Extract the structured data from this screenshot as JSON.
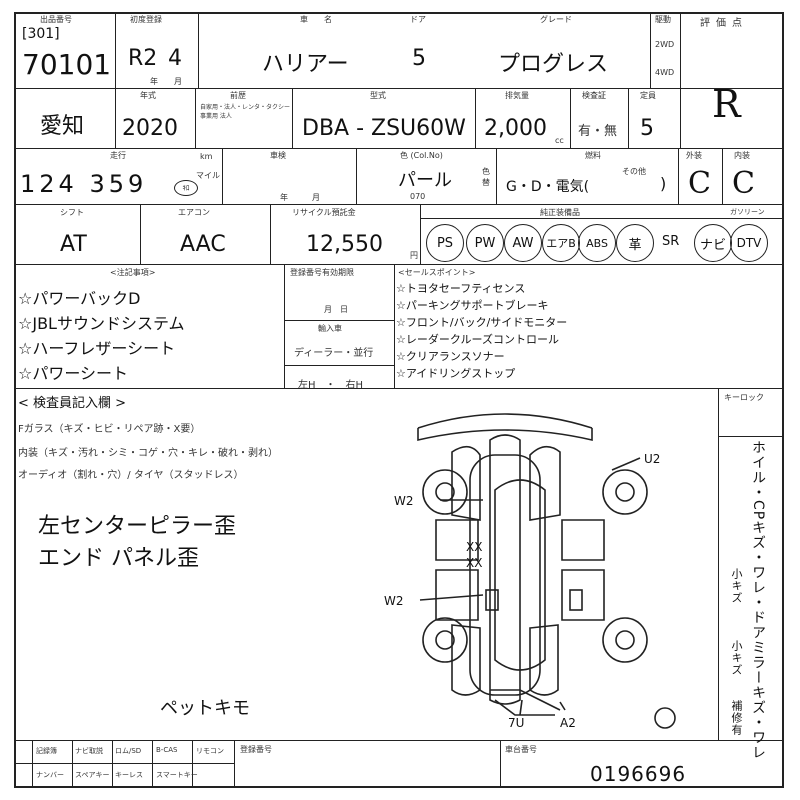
{
  "header": {
    "lot_label": "出品番号",
    "lot_code": "[301]",
    "lot_number": "70101",
    "first_reg_label": "初度登録",
    "first_reg_era": "R2",
    "first_reg_month": "4",
    "first_reg_sub": "年　　月",
    "model_label": "車　　名",
    "model": "ハリアー",
    "doors_label": "ドア",
    "doors": "5",
    "grade_label": "グレード",
    "grade": "プログレス",
    "drive_label": "駆動",
    "drive_2wd": "2WD",
    "drive_4wd": "4WD",
    "score_label": "評価点",
    "score": "R"
  },
  "row2": {
    "region": "愛知",
    "year_label": "年式",
    "year": "2020",
    "prev_use_label": "前歴",
    "prev_use_sub": "自家用・法人・レンタ・タクシー 事業用 法人",
    "type_label": "型式",
    "model_code": "DBA - ZSU60W",
    "displacement_label": "排気量",
    "displacement": "2,000",
    "displacement_unit": "cc",
    "inspection_label": "検査証",
    "inspection": "有・無",
    "capacity_label": "定員",
    "capacity": "5"
  },
  "row3": {
    "mileage_label": "走行",
    "mileage": "124 359",
    "mileage_unit": "km",
    "mileage_circle": "ｷﾛ",
    "mileage_sub": "マイル",
    "shaken_label": "車検",
    "shaken_sub": "年　　　月",
    "color_label": "色 (Col.No)",
    "color": "パール",
    "color_code": "070",
    "color_change": "色替",
    "fuel_label": "燃料",
    "fuel": "G・D・電気(",
    "fuel_other": "その他",
    "fuel_close": ")",
    "exterior_label": "外装",
    "exterior": "C",
    "interior_label": "内装",
    "interior": "C"
  },
  "row4": {
    "shift_label": "シフト",
    "shift": "AT",
    "ac_label": "エアコン",
    "ac": "AAC",
    "recycle_label": "リサイクル預託金",
    "recycle": "12,550",
    "recycle_unit": "円",
    "equipment_label": "純正装備品",
    "equipment": [
      "PS",
      "PW",
      "AW",
      "エアB",
      "ABS",
      "革",
      "SR",
      "ナビ",
      "DTV"
    ],
    "gasoline_label": "ガソリーン"
  },
  "notes": {
    "notes_label": "<注記事項>",
    "features": [
      "☆パワーバックD",
      "☆JBLサウンドシステム",
      "☆ハーフレザーシート",
      "☆パワーシート"
    ],
    "owner_label": "登録番号有効期限",
    "owner_sub": "月　日",
    "import_label": "輸入車",
    "import_value": "ディーラー・並行",
    "steering": "左H　・　右H",
    "sales_label": "<セールスポイント>",
    "sales_points": [
      "☆トヨタセーフティセンス",
      "☆パーキングサポートブレーキ",
      "☆フロント/バック/サイドモニター",
      "☆レーダークルーズコントロール",
      "☆クリアランスソナー",
      "☆アイドリングストップ"
    ]
  },
  "inspector": {
    "title": "< 検査員記入欄 >",
    "line1": "Fガラス（キズ・ヒビ・リペア跡・X要）",
    "line2": "内装（キズ・汚れ・シミ・コゲ・穴・キレ・破れ・剥れ）",
    "line3": "オーディオ（割れ・穴）/ タイヤ（スタッドレス）",
    "handwritten": [
      "左センターピラー歪",
      "エンド パネル歪"
    ],
    "pet": "ペットキモ",
    "diagram_marks": [
      "W2",
      "U2",
      "W2",
      "XX",
      "XX",
      "7U",
      "A2"
    ],
    "keyless_label": "キーロック",
    "side_text": "ホイル・CPキズ・ワレ・ドアミラーキズ・ワレ",
    "side_small": "小キズ",
    "side_small2": "小キズ",
    "side_fix": "補修有"
  },
  "footer": {
    "items_top": [
      "記録簿",
      "ナビ取説",
      "ロム/SD",
      "B-CAS",
      "リモコン"
    ],
    "items_bottom": [
      "ナンバー",
      "スペアキー",
      "キーレス",
      "スマートキー"
    ],
    "reg_label": "登録番号",
    "chassis_label": "車台番号",
    "chassis": "0196696"
  }
}
